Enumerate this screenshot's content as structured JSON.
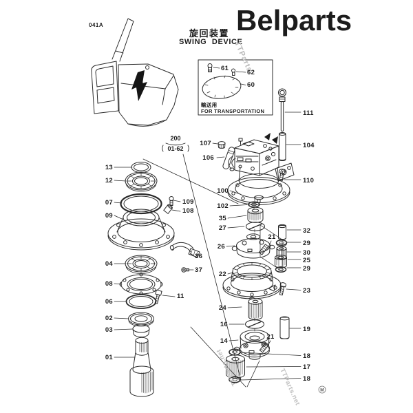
{
  "page": {
    "colors": {
      "paper": "#ffffff",
      "ink": "#1c1c1c",
      "line": "#2a2a2a",
      "watermark": "#b9b9b9"
    }
  },
  "header": {
    "doc_code": "041A",
    "title_cn": "旋回装置",
    "title_en": "SWING DEVICE",
    "brand": "Belparts"
  },
  "assembly_ref": {
    "group": "200",
    "range": "01-62"
  },
  "transport_box": {
    "label_cn": "輸送用",
    "label_en": "FOR TRANSPORTATION",
    "c61": "61",
    "c62": "62",
    "c60": "60"
  },
  "watermarks": {
    "top": "TTParts",
    "bottom_left": "TTParts.net",
    "bottom_right": "TTParts.net"
  },
  "callouts": {
    "p01": "01",
    "p02": "02",
    "p03": "03",
    "p04": "04",
    "p06": "06",
    "p07": "07",
    "p08": "08",
    "p09": "09",
    "p11": "11",
    "p12": "12",
    "p13": "13",
    "p14": "14",
    "p16": "16",
    "p17": "17",
    "p18a": "18",
    "p18b": "18",
    "p19": "19",
    "p21a": "21",
    "p21b": "21",
    "p22": "22",
    "p23": "23",
    "p24": "24",
    "p25": "25",
    "p26": "26",
    "p27": "27",
    "p29a": "29",
    "p29b": "29",
    "p30": "30",
    "p32": "32",
    "p35": "35",
    "p36": "36",
    "p37": "37",
    "p100": "100",
    "p102": "102",
    "p104": "104",
    "p106": "106",
    "p107": "107",
    "p108": "108",
    "p109": "109",
    "p110": "110",
    "p111": "111"
  },
  "revision_mark": "M"
}
